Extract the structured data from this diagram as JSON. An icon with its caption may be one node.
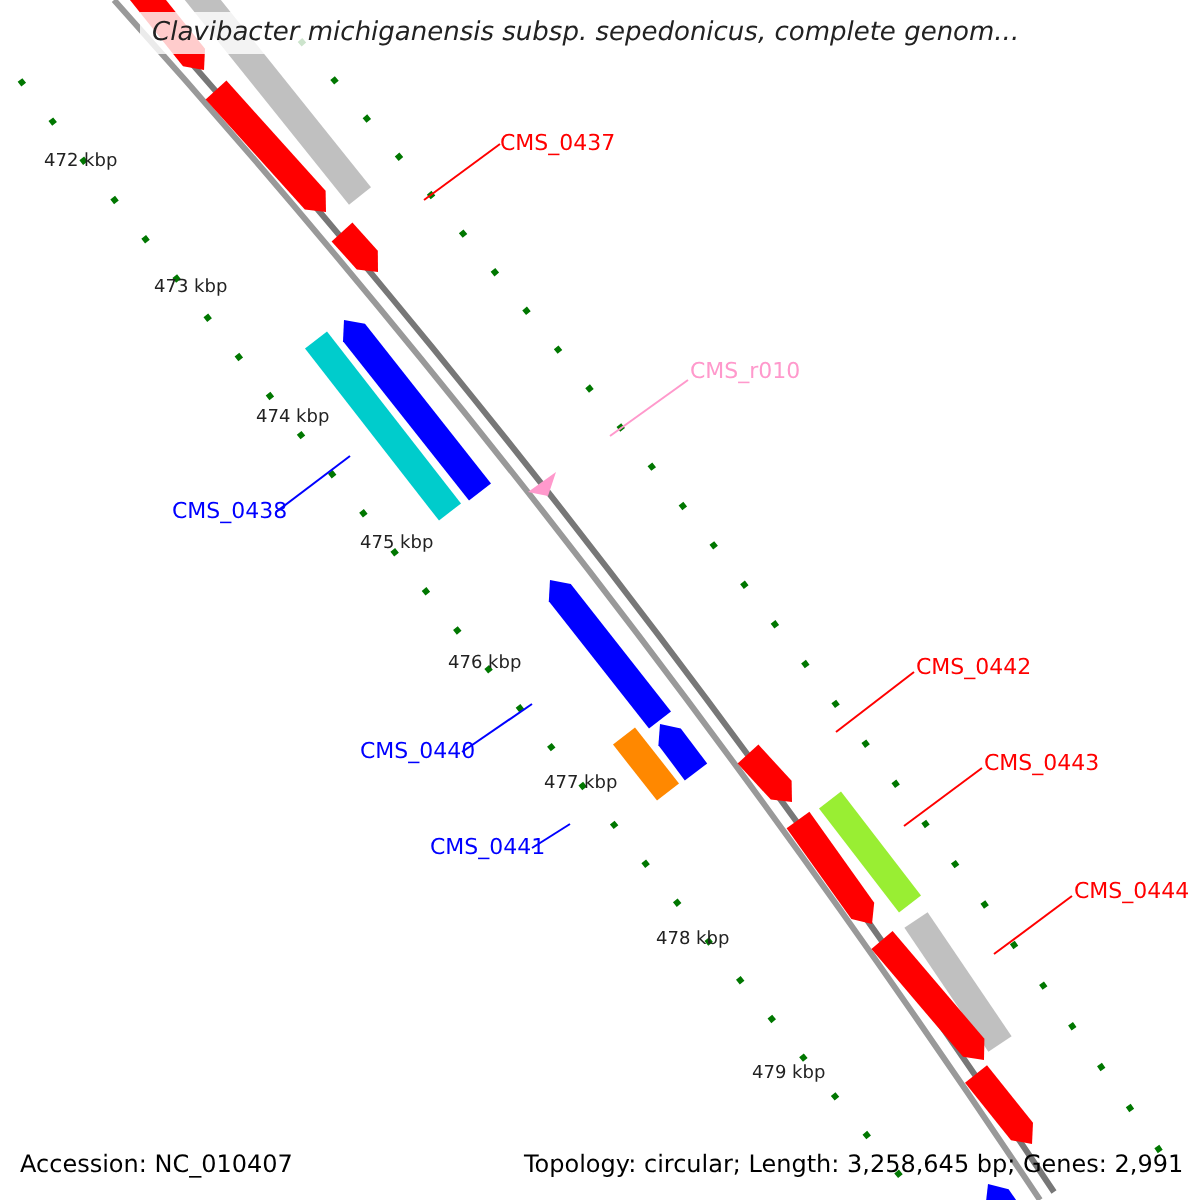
{
  "diagram": {
    "title": "Clavibacter michiganensis subsp. sepedonicus, complete genom...",
    "nodes": [
      {
        "text": [
          "CMS_0437"
        ]
      },
      {
        "text": [
          "CMS_r010"
        ]
      },
      {
        "text": [
          "CMS_0438"
        ]
      },
      {
        "text": [
          "CMS_0440"
        ]
      },
      {
        "text": [
          "CMS_0441"
        ]
      },
      {
        "text": [
          "CMS_0442"
        ]
      },
      {
        "text": [
          "CMS_0443"
        ]
      },
      {
        "text": [
          "CMS_0444"
        ]
      }
    ],
    "edges": [
      {
        "from": 0,
        "to": null,
        "arrow": "none",
        "color": "#ff0000"
      },
      {
        "from": 1,
        "to": null,
        "arrow": "none",
        "color": "#ff99cc"
      },
      {
        "from": 2,
        "to": null,
        "arrow": "none",
        "color": "#0000ff"
      },
      {
        "from": 3,
        "to": null,
        "arrow": "none",
        "color": "#0000ff"
      },
      {
        "from": 4,
        "to": null,
        "arrow": "none",
        "color": "#0000ff"
      },
      {
        "from": 5,
        "to": null,
        "arrow": "none",
        "color": "#ff0000"
      },
      {
        "from": 6,
        "to": null,
        "arrow": "none",
        "color": "#ff0000"
      },
      {
        "from": 7,
        "to": null,
        "arrow": "none",
        "color": "#ff0000"
      }
    ],
    "labels": [
      "472 kbp",
      "473 kbp",
      "474 kbp",
      "475 kbp",
      "476 kbp",
      "477 kbp",
      "478 kbp",
      "479 kbp",
      "Accession: NC_010407",
      "Topology: circular; Length: 3,258,645 bp; Genes: 2,991"
    ]
  }
}
